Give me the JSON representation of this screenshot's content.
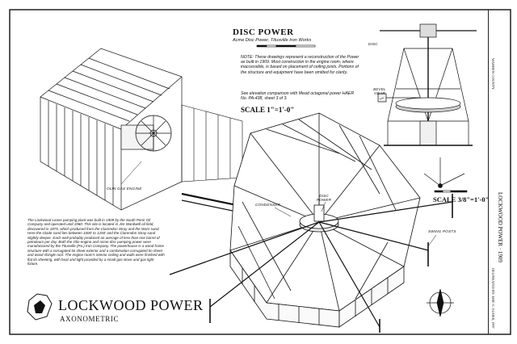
{
  "disc_detail": {
    "heading": "DISC POWER",
    "subheading": "Acme Disc Power, Titusville Iron Works",
    "scale": "SCALE 1\"=1'-0\"",
    "label_disc": "DISC",
    "label_bevel_gear": "BEVEL GEAR",
    "note": "NOTE: These drawings represent a reconstruction of the Power as built in 1909. Most construction in the engine room, where inaccessible, is based on placement of ceiling joists. Portions of the structure and equipment have been omitted for clarity.",
    "see_also": "See elevation comparison with Mead octagonal power HAER No. PA-438, sheet 3 of 3."
  },
  "callouts": {
    "oil_gas_engine": "OLIN GAS ENGINE",
    "condenser": "CONDENSER",
    "disc_power": "DISC POWER",
    "swing_posts": "SWING POSTS"
  },
  "scale_right": "SCALE 3/8\"=1'-0\"",
  "description": "The Lockwood Lease pumping plant was built in 1909 by the South Penn Oil Company and operated until 1960. This site is located in Jim Wardwell oil field, discovered in 1875, which produced from the Clarendon Stray and the Warn sand. Here the Glade sand lies between 1000' to 1250' and the Clarendon Stray sand slightly deeper. Each well probably produced an average of less than one barrel of petroleum per day. Both the Olin engine and Acme disc pumping power were manufactured by the Titusville (Pa.) Iron Company. The powerhouse is a wood frame structure with a corrugated tin sheet exterior and a combination corrugated tin sheet and wood shingle roof. The engine room's interior ceiling and walls were finished with flat tin sheeting, with heat and light provided by a small gas stove and gas light fixture.",
  "drawing_title": "LOCKWOOD POWER",
  "drawing_subtitle": "AXONOMETRIC",
  "title_block": {
    "project": "LOCKWOOD POWER · 1909",
    "location": "WARREN COUNTY",
    "delineator": "DELINEATED BY: ERIC C. ELMER, 1997"
  },
  "colors": {
    "ink": "#111111",
    "paper": "#ffffff"
  }
}
